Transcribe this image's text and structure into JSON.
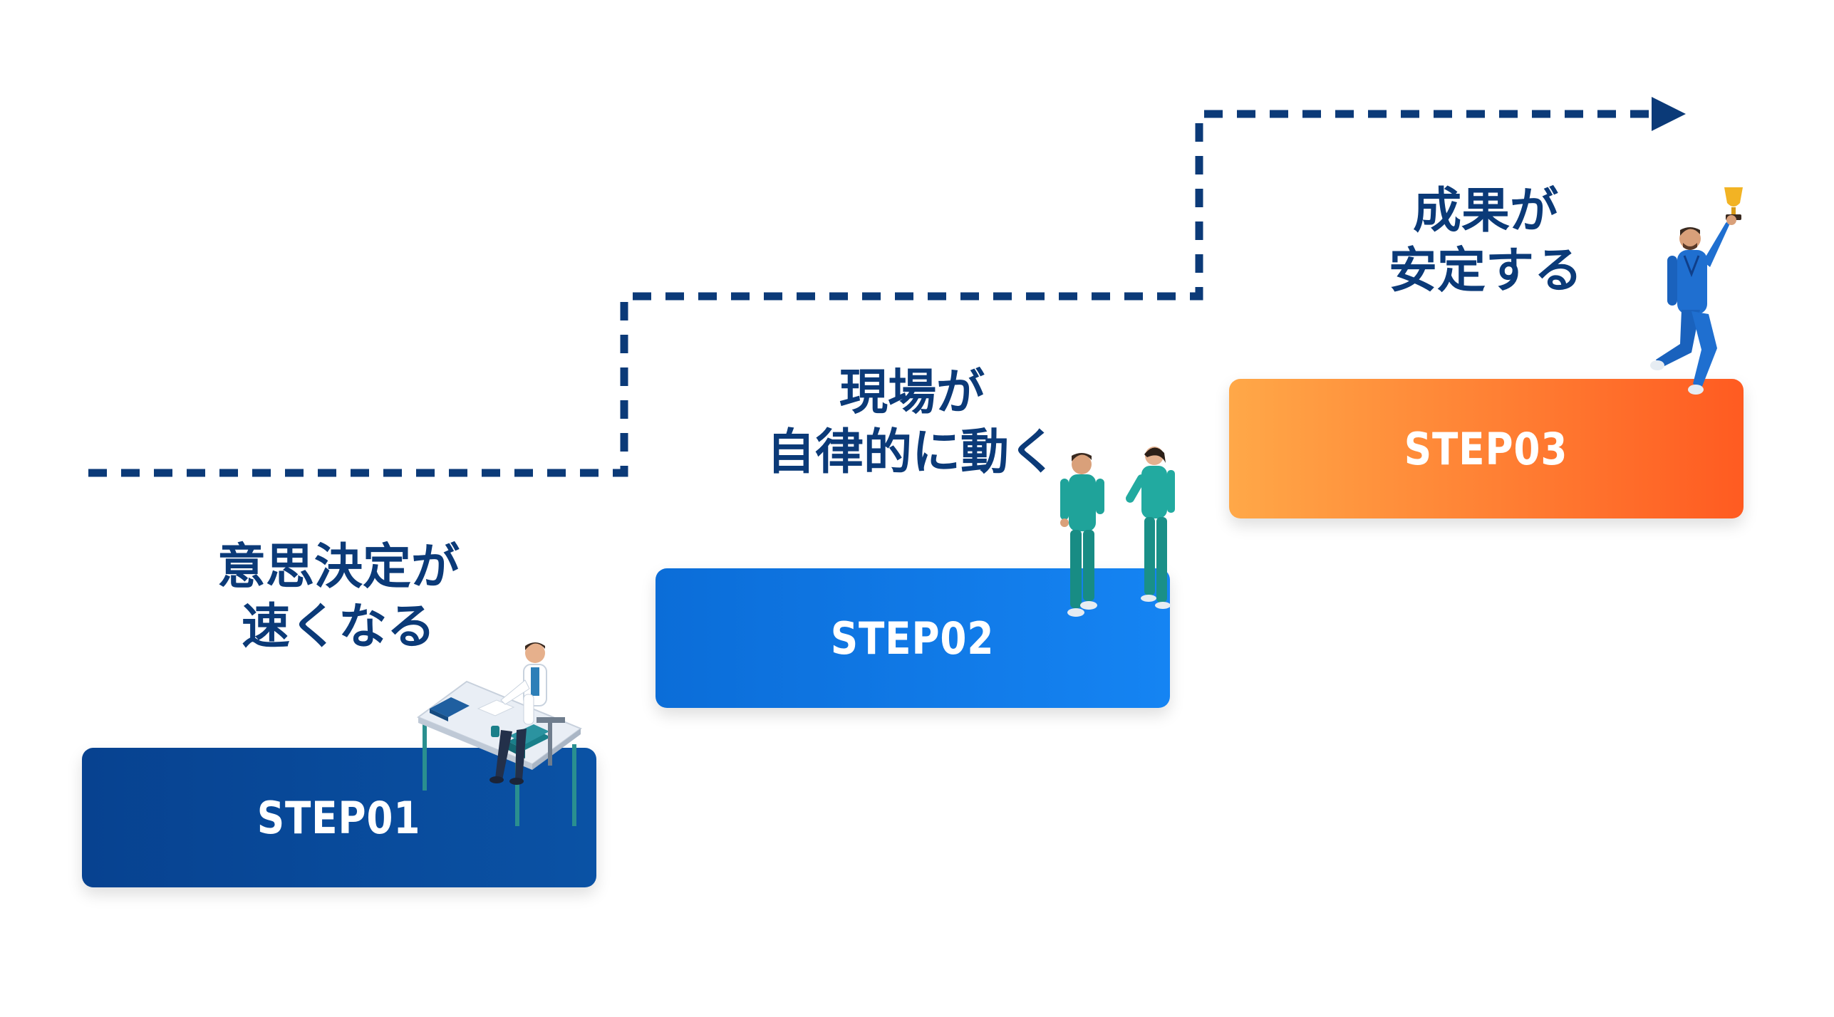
{
  "steps": [
    {
      "label": "STEP01",
      "heading_line1": "意思決定が",
      "heading_line2": "速くなる"
    },
    {
      "label": "STEP02",
      "heading_line1": "現場が",
      "heading_line2": "自律的に動く"
    },
    {
      "label": "STEP03",
      "heading_line1": "成果が",
      "heading_line2": "安定する"
    }
  ],
  "colors": {
    "step1": "#0a4c9c",
    "step2": "#1078e8",
    "step3_start": "#ffa848",
    "step3_end": "#ff5b21",
    "heading_text": "#0b3a78",
    "dashed_path": "#0b3a78"
  },
  "icons": [
    "doctor-at-desk-illustration",
    "two-nurses-talking-illustration",
    "jumping-doctor-with-trophy-illustration",
    "arrowhead-icon"
  ]
}
